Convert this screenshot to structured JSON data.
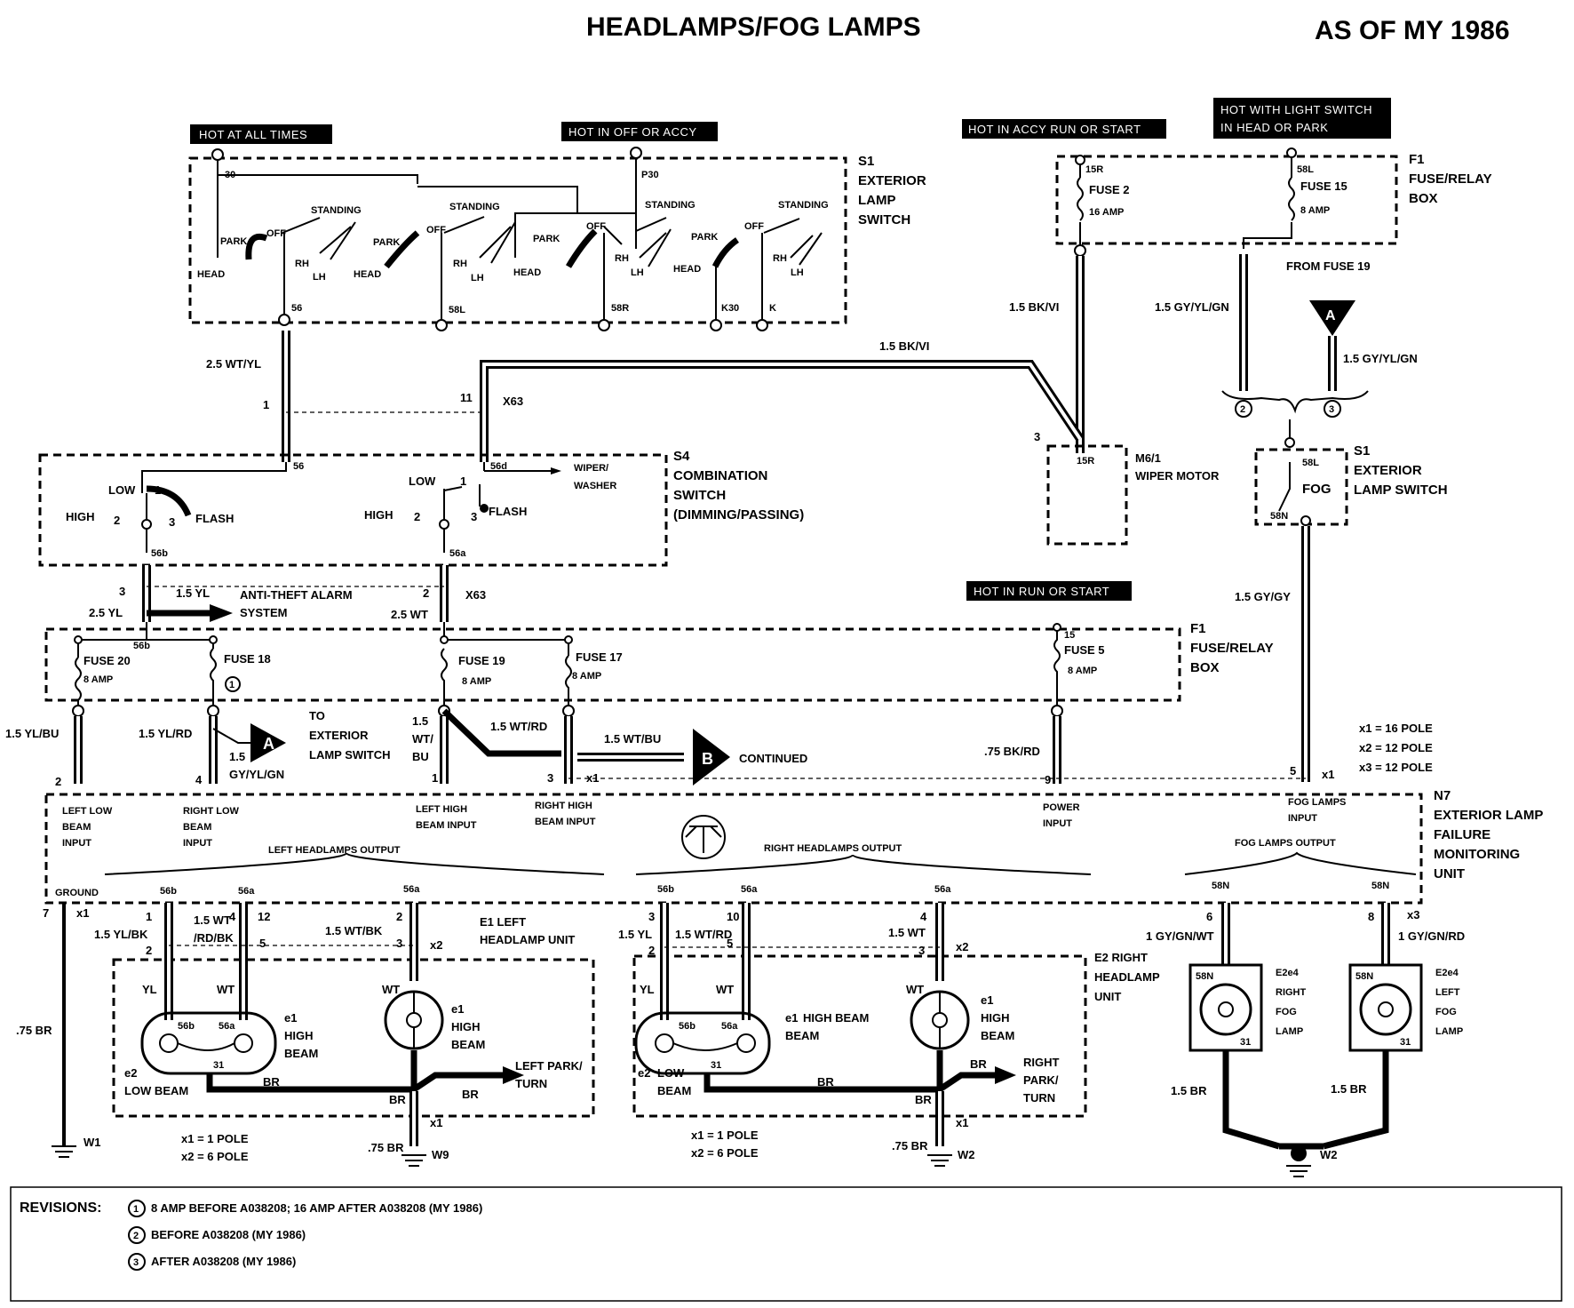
{
  "title": "HEADLAMPS/FOG LAMPS",
  "model_year": "AS OF MY 1986",
  "hot_labels": {
    "at_all_times": "HOT AT ALL TIMES",
    "off_or_accy": "HOT IN OFF OR ACCY",
    "accy_run_start": "HOT IN ACCY  RUN OR START",
    "light_switch_line1": "HOT WITH LIGHT SWITCH",
    "light_switch_line2": "IN HEAD OR PARK",
    "run_or_start": "HOT IN RUN OR START"
  },
  "components": {
    "s1": {
      "ref": "S1",
      "lines": [
        "EXTERIOR",
        "LAMP",
        "SWITCH"
      ]
    },
    "s1_fog": {
      "ref": "S1",
      "lines": [
        "EXTERIOR",
        "LAMP SWITCH"
      ]
    },
    "s4": {
      "ref": "S4",
      "lines": [
        "COMBINATION",
        "SWITCH",
        "(DIMMING/PASSING)"
      ]
    },
    "f1_top": {
      "ref": "F1",
      "lines": [
        "FUSE/RELAY",
        "BOX"
      ]
    },
    "f1_mid": {
      "ref": "F1",
      "lines": [
        "FUSE/RELAY",
        "BOX"
      ]
    },
    "m6": {
      "ref": "M6/1",
      "name": "WIPER MOTOR"
    },
    "n7": {
      "ref": "N7",
      "lines": [
        "EXTERIOR LAMP",
        "FAILURE",
        "MONITORING",
        "UNIT"
      ]
    },
    "e1": {
      "lines": [
        "E1 LEFT",
        "HEADLAMP UNIT"
      ]
    },
    "e2": {
      "lines": [
        "E2 RIGHT",
        "HEADLAMP",
        "UNIT"
      ]
    },
    "e2e4": {
      "ref": "E2e4",
      "lines": [
        "RIGHT",
        "FOG",
        "LAMP"
      ]
    },
    "e2e4_left": {
      "ref": "E2e4",
      "lines": [
        "LEFT",
        "FOG",
        "LAMP"
      ]
    }
  },
  "switch": {
    "standing": "STANDING",
    "park": "PARK",
    "off": "OFF",
    "head": "HEAD",
    "rh": "RH",
    "lh": "LH",
    "t30": "30",
    "tp30": "P30",
    "t56": "56",
    "t58l": "58L",
    "t58r": "58R",
    "tk30": "K30",
    "tk": "K"
  },
  "fuses": {
    "fuse2": {
      "name": "FUSE 2",
      "amp": "16 AMP",
      "in": "15R"
    },
    "fuse15": {
      "name": "FUSE 15",
      "amp": "8 AMP",
      "in": "58L"
    },
    "from_fuse19": "FROM FUSE 19",
    "fuse20": {
      "name": "FUSE 20",
      "amp": "8 AMP"
    },
    "fuse18": {
      "name": "FUSE 18"
    },
    "fuse19": {
      "name": "FUSE 19",
      "amp": "8 AMP"
    },
    "fuse17": {
      "name": "FUSE 17",
      "amp": "8 AMP"
    },
    "fuse5": {
      "name": "FUSE 5",
      "amp": "8 AMP",
      "in": "15"
    },
    "t56b": "56b"
  },
  "combo": {
    "low": "LOW",
    "high": "HIGH",
    "flash": "FLASH",
    "t56": "56",
    "t56d": "56d",
    "wiper": [
      "WIPER/",
      "WASHER"
    ],
    "t56b": "56b",
    "t56a": "56a",
    "n1": "1",
    "n2": "2",
    "n3": "3"
  },
  "wires": {
    "w25wtyl": "2.5 WT/YL",
    "w15bkvi": "1.5 BK/VI",
    "w15bkvi_b": "1.5 BK/VI",
    "w15gyylgn": "1.5 GY/YL/GN",
    "w15gyylgn_b": "1.5 GY/YL/GN",
    "w25yl": "2.5 YL",
    "w25wt": "2.5 WT",
    "w15yl": "1.5 YL",
    "anti_theft": [
      "ANTI-THEFT ALARM",
      "SYSTEM"
    ],
    "w15ylbu": "1.5 YL/BU",
    "w15ylrd": "1.5 YL/RD",
    "w15_gy": [
      "1.5",
      "GY/YL/GN"
    ],
    "to_ext": [
      "TO",
      "EXTERIOR",
      "LAMP SWITCH"
    ],
    "w15wtbu_v": [
      "1.5",
      "WT/",
      "BU"
    ],
    "w15wtrd": "1.5 WT/RD",
    "w15wtbu": "1.5 WT/BU",
    "continued": "CONTINUED",
    "w75bkrd": ".75 BK/RD",
    "w15gygy": "1.5 GY/GY",
    "w15ylbk": "1.5 YL/BK",
    "w15wtrdbk": [
      "1.5 WT",
      "/RD/BK"
    ],
    "w15wtbk": "1.5 WT/BK",
    "w75br": ".75 BR",
    "w15yl_r": "1.5 YL",
    "w15wtrd_r": "1.5 WT/RD",
    "w15wt_r": "1.5 WT",
    "w1gygnwt": "1 GY/GN/WT",
    "w1gygnrd": "1 GY/GN/RD",
    "w15br_a": "1.5 BR",
    "w15br_b": "1.5 BR",
    "w75br_l": ".75 BR",
    "w75br_r": ".75 BR",
    "br": "BR"
  },
  "connectors": {
    "x63": "X63",
    "x63b": "X63",
    "x1": "x1",
    "x2": "x2",
    "x3": "x3",
    "pole_legend": [
      "x1 = 16 POLE",
      "x2 = 12 POLE",
      "x3 = 12 POLE"
    ],
    "pole_small_l": [
      "x1 = 1 POLE",
      "x2 = 6 POLE"
    ],
    "pole_small_r": [
      "x1 = 1 POLE",
      "x2 = 6 POLE"
    ]
  },
  "n7_labels": {
    "left_low": [
      "LEFT LOW",
      "BEAM",
      "INPUT"
    ],
    "right_low": [
      "RIGHT LOW",
      "BEAM",
      "INPUT"
    ],
    "left_high": [
      "LEFT HIGH",
      "BEAM INPUT"
    ],
    "right_high": [
      "RIGHT HIGH",
      "BEAM INPUT"
    ],
    "power": [
      "POWER",
      "INPUT"
    ],
    "fog_input": [
      "FOG LAMPS",
      "INPUT"
    ],
    "left_out": "LEFT HEADLAMPS OUTPUT",
    "right_out": "RIGHT HEADLAMPS OUTPUT",
    "fog_out": "FOG LAMPS OUTPUT",
    "ground": "GROUND",
    "t56b": "56b",
    "t56a": "56a",
    "t58n": "58N"
  },
  "lamps": {
    "yl": "YL",
    "wt": "WT",
    "e1": "e1",
    "e2": "e2",
    "high": "HIGH",
    "beam": "BEAM",
    "low_beam": "LOW BEAM",
    "high_beam": "HIGH BEAM",
    "low": "LOW",
    "t31": "31",
    "left_park": [
      "LEFT PARK/",
      "TURN"
    ],
    "right_park": [
      "RIGHT",
      "PARK/",
      "TURN"
    ],
    "t58n": "58N"
  },
  "grounds": {
    "w1": "W1",
    "w9": "W9",
    "w2": "W2",
    "w2b": "W2"
  },
  "markers": {
    "a": "A",
    "b": "B"
  },
  "revisions": {
    "heading": "REVISIONS:",
    "items": [
      {
        "num": "1",
        "text": "8 AMP BEFORE A038208; 16 AMP AFTER A038208 (MY 1986)"
      },
      {
        "num": "2",
        "text": "BEFORE A038208 (MY 1986)"
      },
      {
        "num": "3",
        "text": "AFTER A038208 (MY 1986)"
      }
    ]
  }
}
